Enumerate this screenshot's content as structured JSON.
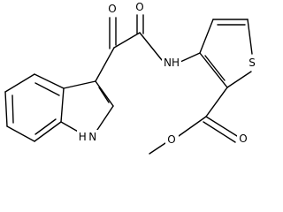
{
  "atoms": [
    {
      "id": "O_ket",
      "label": "O"
    },
    {
      "id": "O_amide",
      "label": "O"
    },
    {
      "id": "NH_amide",
      "label": "NH"
    },
    {
      "id": "S_thio",
      "label": "S"
    },
    {
      "id": "NH_indole",
      "label": "H N"
    },
    {
      "id": "O_ester_carbonyl",
      "label": "O"
    },
    {
      "id": "O_ester",
      "label": "O"
    }
  ]
}
